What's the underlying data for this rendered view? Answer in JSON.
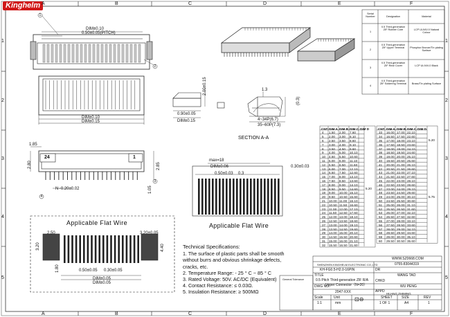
{
  "brand": "Kinghelm",
  "frame": {
    "cols": [
      "A",
      "B",
      "C",
      "D",
      "E",
      "F"
    ],
    "rows": [
      "1",
      "2",
      "3",
      "4",
      "5"
    ]
  },
  "material_table": {
    "headers": [
      "Serial Number",
      "Designation",
      "Material"
    ],
    "rows": [
      {
        "no": "1",
        "designation": "0.5 Third-generation ZIF Rubber Core",
        "material": "LCP UL94V-0 Natural Colour"
      },
      {
        "no": "2",
        "designation": "0.5 Third-generation ZIF Upper Terminal",
        "material": "Phosphor Bronze/Tin plating Surface"
      },
      {
        "no": "3",
        "designation": "0.5 Third-generation ZIF Rear Cover",
        "material": "LCP UL94V-0 Black"
      },
      {
        "no": "4",
        "designation": "0.5 Third-generation ZIF Soldering Terminal",
        "material": "Brass/Tin plating Surface"
      }
    ]
  },
  "dims": {
    "top_a": "DIM±0.10",
    "top_b": "0.50±0.05(PITCH)",
    "top_c": "DIM±0.10",
    "top_d": "DIM±0.15",
    "side_a": "0.90±0.05",
    "side_b": "DIM±0.15",
    "side_c": "2.00±0.15",
    "d185": "1.85",
    "d280": "2.80",
    "d285": "2.85",
    "d105": "1.05",
    "pin_no": "N−0.20±0.02",
    "mark24": "24",
    "mark1": "1",
    "sec_13": "1.3",
    "sec_03": "(0.3)",
    "sec_4_34": "4~34P(6.7)",
    "sec_35_60": "35~60P(7.3)",
    "section_label": "SECTION A-A",
    "ffc_max": "max=18",
    "ffc_dim": "DIM±0.06",
    "ffc_pitch": "0.50±0.03",
    "ffc_03": "0.3",
    "ffc_030": "0.30±0.03",
    "ffc_title": "Applicable Flat Wire",
    "pcb_title": "Applicable Flat Wire",
    "pcb_250": "2.50",
    "pcb_320a": "3.20±0.05",
    "pcb_320b": "3.20",
    "pcb_440": "4.40",
    "pcb_180": "1.80",
    "pcb_050": "0.50±0.05",
    "pcb_030": "0.30±0.05",
    "pcb_dim1": "DIM±0.05",
    "pcb_dim2": "DIM±0.05"
  },
  "callouts": [
    "1",
    "2",
    "3",
    "4"
  ],
  "dim_table": {
    "left_headers": [
      "CNT",
      "DIM A",
      "DIM B",
      "DIM C",
      "DIM D"
    ],
    "left_rows": [
      [
        "4",
        "1.50",
        "2.00",
        "7.60"
      ],
      [
        "5",
        "2.00",
        "3.00",
        "8.10"
      ],
      [
        "6",
        "2.50",
        "3.50",
        "8.60"
      ],
      [
        "7",
        "3.00",
        "4.00",
        "9.10"
      ],
      [
        "8",
        "3.50",
        "4.50",
        "9.60"
      ],
      [
        "9",
        "4.00",
        "5.00",
        "10.10"
      ],
      [
        "10",
        "4.50",
        "5.50",
        "10.60"
      ],
      [
        "11",
        "5.00",
        "6.00",
        "11.10"
      ],
      [
        "12",
        "5.50",
        "6.50",
        "11.60"
      ],
      [
        "13",
        "6.00",
        "7.00",
        "12.10"
      ],
      [
        "14",
        "6.50",
        "7.50",
        "12.60"
      ],
      [
        "15",
        "7.00",
        "8.00",
        "13.10"
      ],
      [
        "16",
        "7.50",
        "8.50",
        "13.60"
      ],
      [
        "17",
        "8.00",
        "9.00",
        "14.10"
      ],
      [
        "18",
        "8.50",
        "9.50",
        "14.60"
      ],
      [
        "19",
        "9.00",
        "10.00",
        "15.10"
      ],
      [
        "20",
        "9.50",
        "10.50",
        "15.60"
      ],
      [
        "21",
        "10.00",
        "11.00",
        "16.10"
      ],
      [
        "22",
        "10.50",
        "11.50",
        "16.60"
      ],
      [
        "23",
        "11.00",
        "12.00",
        "17.10"
      ],
      [
        "24",
        "11.50",
        "12.50",
        "17.60"
      ],
      [
        "25",
        "12.00",
        "13.00",
        "18.10"
      ],
      [
        "26",
        "12.50",
        "13.50",
        "18.60"
      ],
      [
        "27",
        "13.00",
        "14.00",
        "19.10"
      ],
      [
        "28",
        "13.50",
        "14.50",
        "19.60"
      ],
      [
        "29",
        "14.00",
        "15.00",
        "20.10"
      ],
      [
        "30",
        "14.50",
        "15.50",
        "20.60"
      ],
      [
        "31",
        "15.00",
        "16.00",
        "21.10"
      ],
      [
        "32",
        "15.50",
        "16.50",
        "21.60"
      ]
    ],
    "left_d": "5.20",
    "right_headers": [
      "CNT",
      "DIM A",
      "DIM B",
      "DIM C",
      "DIM D"
    ],
    "right_rows": [
      [
        "33",
        "16.00",
        "17.00",
        "22.10"
      ],
      [
        "34",
        "16.50",
        "17.50",
        "22.60"
      ],
      [
        "35",
        "17.00",
        "18.00",
        "23.10"
      ],
      [
        "36",
        "17.50",
        "18.50",
        "23.60"
      ],
      [
        "37",
        "18.00",
        "19.00",
        "24.10"
      ],
      [
        "38",
        "18.50",
        "19.50",
        "24.60"
      ],
      [
        "39",
        "19.00",
        "20.00",
        "25.10"
      ],
      [
        "40",
        "19.50",
        "20.50",
        "25.60"
      ],
      [
        "41",
        "20.00",
        "21.00",
        "26.10"
      ],
      [
        "42",
        "20.50",
        "21.50",
        "26.60"
      ],
      [
        "43",
        "21.00",
        "22.00",
        "27.10"
      ],
      [
        "44",
        "21.50",
        "22.50",
        "27.60"
      ],
      [
        "45",
        "22.00",
        "23.00",
        "28.10"
      ],
      [
        "46",
        "22.50",
        "23.50",
        "28.60"
      ],
      [
        "47",
        "23.00",
        "24.00",
        "29.10"
      ],
      [
        "48",
        "23.50",
        "24.50",
        "29.60"
      ],
      [
        "49",
        "24.00",
        "25.00",
        "30.10"
      ],
      [
        "50",
        "24.50",
        "25.50",
        "30.60"
      ],
      [
        "51",
        "25.00",
        "26.00",
        "31.10"
      ],
      [
        "52",
        "25.50",
        "26.50",
        "31.60"
      ],
      [
        "53",
        "26.00",
        "27.00",
        "32.10"
      ],
      [
        "54",
        "26.50",
        "27.50",
        "32.60"
      ],
      [
        "55",
        "27.00",
        "28.00",
        "33.10"
      ],
      [
        "56",
        "27.50",
        "28.50",
        "33.60"
      ],
      [
        "57",
        "28.00",
        "29.00",
        "34.10"
      ],
      [
        "58",
        "28.50",
        "29.50",
        "34.60"
      ],
      [
        "59",
        "29.00",
        "30.00",
        "35.10"
      ],
      [
        "60",
        "29.50",
        "30.50",
        "35.60"
      ]
    ],
    "right_d_top": "5.20",
    "right_d_bottom": "5.75"
  },
  "spec": {
    "heading": "Technical Specifications:",
    "lines": [
      "1. The surface of plastic parts shall be smooth",
      "without burrs and obvious shrinkage defects,",
      "cracks, etc.",
      "2. Temperature Range: - 25 ° C ~ 85 ° C",
      "3. Rated Voltage: 50V. AC/DC (Equivalent)",
      "4. Contact Resistance: ≤ 0.03Ω.",
      "5. Insulation Resistance: ≥ 500MΩ"
    ]
  },
  "title_block": {
    "website": "WWW.SZ0668.COM",
    "company": "SHENZHEN KINGHELM ELECTRONIC CO.,LTD",
    "phone": "0755-83044319",
    "part_no": "KH-FG0.5-H2.0-16PIN",
    "title_label": "TITLE",
    "dr_label": "DR",
    "title_text1": "0.5 Pitch Third-generation ZIF R/A",
    "title_text2": "Upper Connector（N=20）",
    "dr_name": "WANG TAO",
    "chkd_label": "CHKD",
    "chkd_name": "WU PENG",
    "dwg_label": "DWG NO.",
    "dwg_no": "2047-XXX",
    "appd_label": "APPD",
    "appd_name": "HUANG ZHIMING",
    "tol_label": "General Tolerance",
    "scale_label": "Scale",
    "scale_val": "1:1",
    "unit_label": "Unit",
    "unit_val": "mm",
    "sheet_label": "SHEET",
    "sheet_val": "1 OF 1",
    "size_label": "SIZE",
    "size_val": "A4",
    "rev_label": "REV",
    "rev_val": "1"
  },
  "colors": {
    "line": "#222222",
    "brand": "#d01818",
    "fill_dark": "#555555"
  }
}
